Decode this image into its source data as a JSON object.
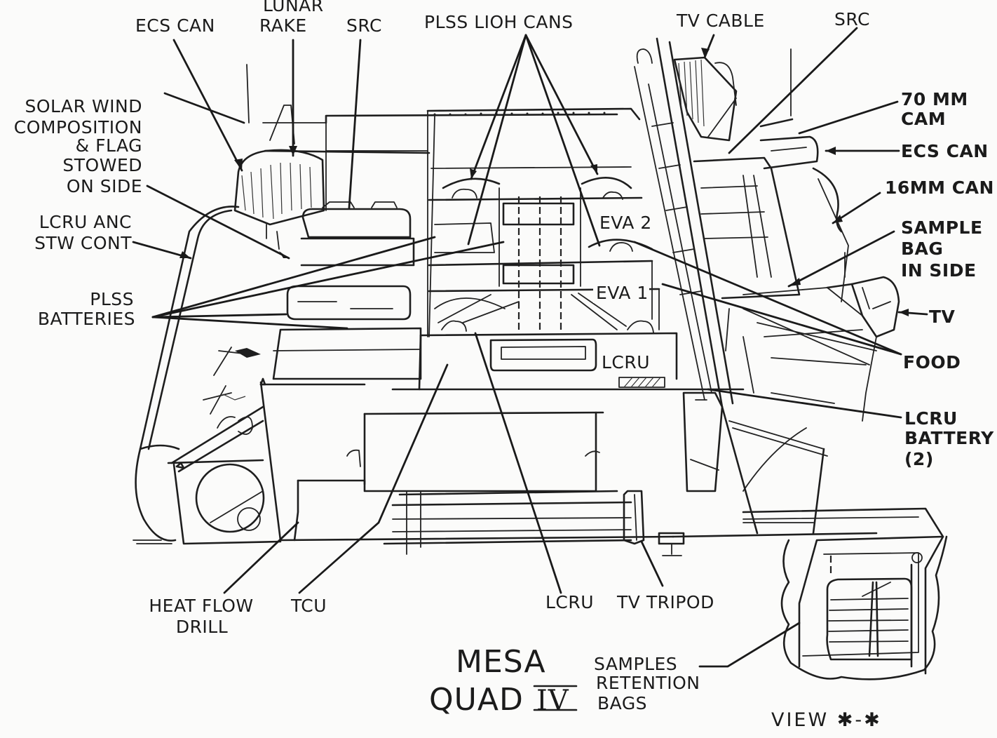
{
  "figure": {
    "title_line1": "MESA",
    "title_line2": "QUAD",
    "title_numeral": "IV",
    "inset_caption": "VIEW ✱-✱"
  },
  "labels": {
    "ecs_can_left": "ECS CAN",
    "lunar_rake_1": "LUNAR",
    "lunar_rake_2": "RAKE",
    "src_left": "SRC",
    "plss_lioh_cans": "PLSS LIOH CANS",
    "tv_cable": "TV CABLE",
    "src_right": "SRC",
    "solar_wind": [
      "SOLAR WIND",
      "COMPOSITION",
      "& FLAG",
      "STOWED",
      "ON SIDE"
    ],
    "lcru_anc": [
      "LCRU ANC",
      "STW CONT"
    ],
    "plss_batteries": [
      "PLSS",
      "BATTERIES"
    ],
    "cam_70mm": [
      "70 MM",
      "CAM"
    ],
    "ecs_can_right": "ECS CAN",
    "can_16mm": "16MM CAN",
    "sample_bag": [
      "SAMPLE",
      "BAG",
      "IN SIDE"
    ],
    "tv": "TV",
    "food": "FOOD",
    "lcru_battery": [
      "LCRU",
      "BATTERY",
      "(2)"
    ],
    "eva_2": "EVA 2",
    "eva_1": "EVA 1",
    "lcru_inner": "LCRU",
    "heat_flow_drill": [
      "HEAT FLOW",
      "DRILL"
    ],
    "tcu": "TCU",
    "lcru_bottom": "LCRU",
    "tv_tripod": "TV TRIPOD",
    "samples_retention": [
      "SAMPLES",
      "RETENTION",
      "BAGS"
    ]
  }
}
